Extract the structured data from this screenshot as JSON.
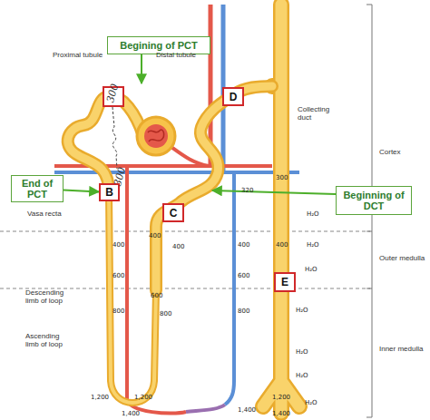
{
  "diagram": {
    "nodes": [
      {
        "text": [
          "Begining of PCT"
        ]
      },
      {
        "text": [
          "D"
        ]
      },
      {
        "text": [
          "End of PCT"
        ]
      },
      {
        "text": [
          "B"
        ]
      },
      {
        "text": [
          "C"
        ]
      },
      {
        "text": [
          "Beginning of DCT"
        ]
      },
      {
        "text": [
          "E"
        ]
      }
    ],
    "edges": [
      {
        "from": 2,
        "to": 3,
        "arrow": "to"
      }
    ],
    "labels": [
      "Proximal tubule",
      "Distal tubule",
      "Collecting duct",
      "Cortex",
      "Outer medulla",
      "Inner medulla",
      "Vasa recta",
      "Descending limb of loop",
      "Ascending limb of loop",
      "300",
      "300",
      "320",
      "300",
      "400",
      "400",
      "400",
      "400",
      "400",
      "600",
      "600",
      "600",
      "800",
      "800",
      "800",
      "1,200",
      "1,200",
      "1,200",
      "1,400",
      "1,400",
      "1,400",
      "H₂O",
      "H₂O",
      "H₂O",
      "H₂O",
      "H₂O",
      "H₂O",
      "H₂O"
    ]
  }
}
